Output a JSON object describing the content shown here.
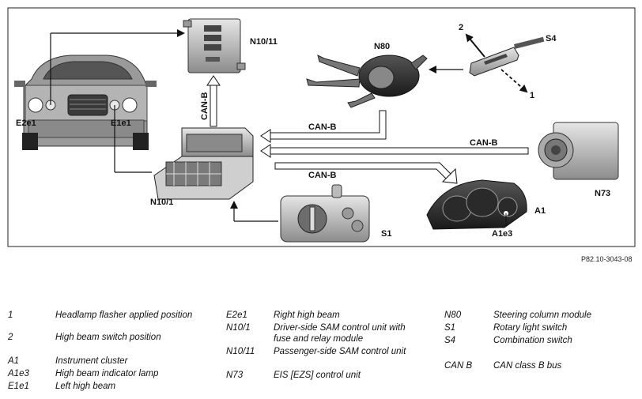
{
  "labels": {
    "n10_11": "N10/11",
    "n80": "N80",
    "s4": "S4",
    "num2": "2",
    "num1": "1",
    "e2e1": "E2e1",
    "e1e1": "E1e1",
    "canb_vertical": "CAN-B",
    "canb_top": "CAN-B",
    "canb_mid": "CAN-B",
    "canb_bottom": "CAN-B",
    "n10_1": "N10/1",
    "n73": "N73",
    "a1": "A1",
    "a1e3": "A1e3",
    "s1": "S1"
  },
  "reference": "P82.10-3043-08",
  "legend": {
    "col1": [
      {
        "key": "1",
        "value": "Headlamp flasher applied position"
      },
      {
        "key": "2",
        "value": "High beam switch position"
      },
      {
        "key": "A1",
        "value": "Instrument cluster"
      },
      {
        "key": "A1e3",
        "value": "High beam indicator lamp"
      },
      {
        "key": "E1e1",
        "value": "Left high beam"
      }
    ],
    "col2": [
      {
        "key": "E2e1",
        "value": "Right high beam"
      },
      {
        "key": "N10/1",
        "value": "Driver-side SAM control unit with fuse and relay module"
      },
      {
        "key": "N10/11",
        "value": "Passenger-side SAM control unit"
      },
      {
        "key": "N73",
        "value": "EIS [EZS] control unit"
      }
    ],
    "col3": [
      {
        "key": "N80",
        "value": "Steering column module"
      },
      {
        "key": "S1",
        "value": "Rotary light switch"
      },
      {
        "key": "S4",
        "value": "Combination switch"
      },
      {
        "key": "CAN B",
        "value": "CAN class B bus"
      }
    ]
  }
}
